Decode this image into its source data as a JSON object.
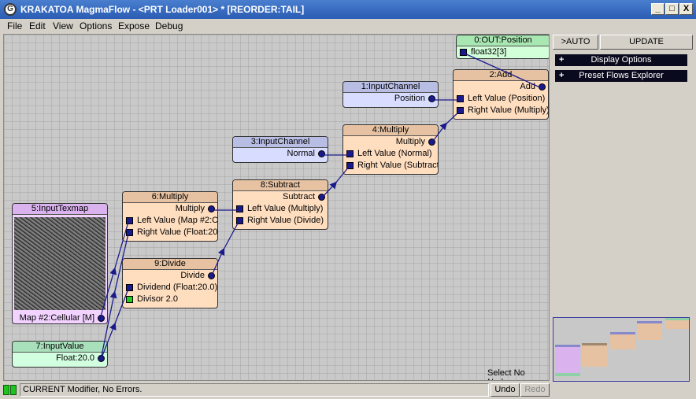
{
  "window": {
    "title": "KRAKATOA MagmaFlow - <PRT Loader001> *  [REORDER:TAIL]",
    "app_icon": "G",
    "min": "_",
    "max": "□",
    "close": "X"
  },
  "menu": [
    "File",
    "Edit",
    "View",
    "Options",
    "Expose",
    "Debug"
  ],
  "nodes": {
    "out": {
      "title": "0:OUT:Position",
      "input": "float32[3]"
    },
    "chan1": {
      "title": "1:InputChannel",
      "output": "Position"
    },
    "add": {
      "title": "2:Add",
      "output": "Add",
      "in1": "Left Value (Position)",
      "in2": "Right Value (Multiply)"
    },
    "chan3": {
      "title": "3:InputChannel",
      "output": "Normal"
    },
    "mul4": {
      "title": "4:Multiply",
      "output": "Multiply",
      "in1": "Left Value (Normal)",
      "in2": "Right Value (Subtract"
    },
    "tex5": {
      "title": "5:InputTexmap",
      "output": "Map #2:Cellular [M]"
    },
    "mul6": {
      "title": "6:Multiply",
      "output": "Multiply",
      "in1": "Left Value (Map #2:C",
      "in2": "Right Value (Float:20"
    },
    "val7": {
      "title": "7:InputValue",
      "output": "Float:20.0"
    },
    "sub8": {
      "title": "8:Subtract",
      "output": "Subtract",
      "in1": "Left Value (Multiply)",
      "in2": "Right Value (Divide)"
    },
    "div9": {
      "title": "9:Divide",
      "output": "Divide",
      "in1": "Dividend (Float:20.0)",
      "in2": "Divisor 2.0"
    }
  },
  "panel": {
    "auto_label": ">AUTO",
    "update_label": "UPDATE",
    "rollout1": "Display Options",
    "rollout2": "Preset Flows Explorer",
    "plus": "+"
  },
  "select_info": "Select No Nodes",
  "status": {
    "text": "CURRENT Modifier, No Errors.",
    "undo": "Undo",
    "redo": "Redo"
  },
  "colors": {
    "port": "#1a1a8c",
    "wire": "#1a1a8c",
    "op_node": "#ffdec0",
    "channel_node": "#d8dcff",
    "output_node": "#d2ffd8",
    "texmap_node": "#f2d2ff",
    "status_ok": "#1fc21f"
  }
}
